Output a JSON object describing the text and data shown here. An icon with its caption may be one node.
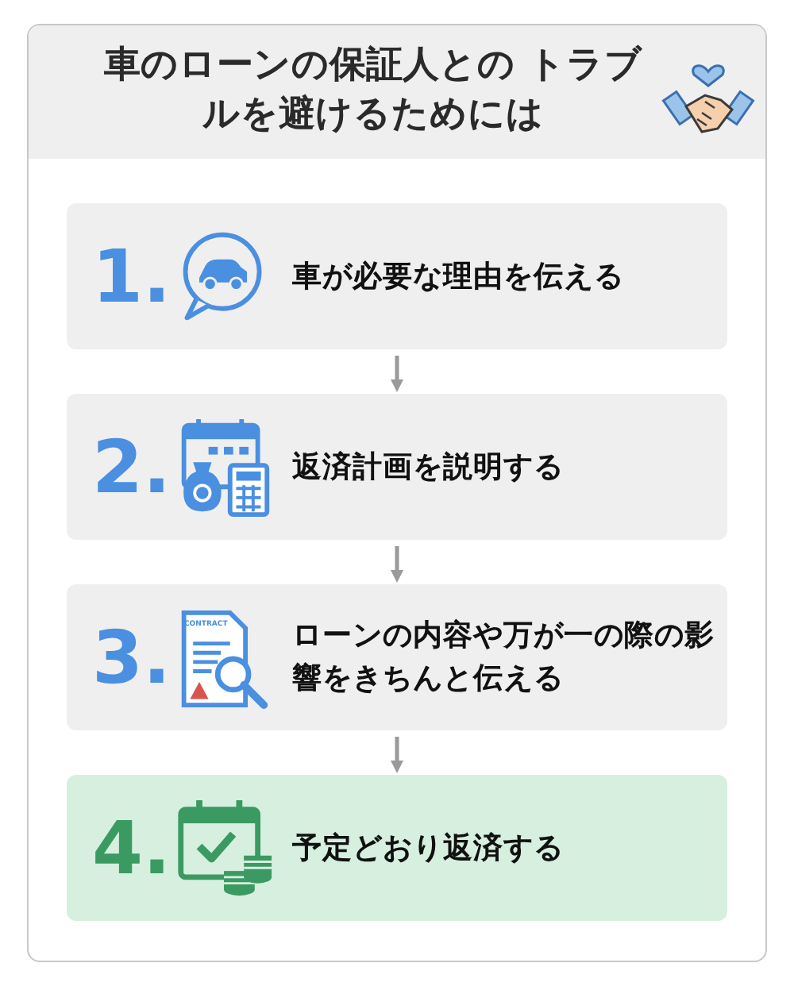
{
  "diagram": {
    "title": "車のローンの保証人との トラブルを避けるためには",
    "nodes": [
      {
        "text": [
          "1.",
          "車が必要な理由を伝える"
        ]
      },
      {
        "text": [
          "2.",
          "返済計画を説明する"
        ]
      },
      {
        "text": [
          "3.",
          "ローンの内容や万が一の際の影響をきちんと伝える"
        ]
      },
      {
        "text": [
          "4.",
          "予定どおり返済する"
        ]
      }
    ],
    "edges": [
      {
        "from": 0,
        "to": 1,
        "arrow": "to"
      },
      {
        "from": 1,
        "to": 2,
        "arrow": "to"
      },
      {
        "from": 2,
        "to": 3,
        "arrow": "to"
      }
    ],
    "labels": [
      "CONTRACT"
    ]
  }
}
